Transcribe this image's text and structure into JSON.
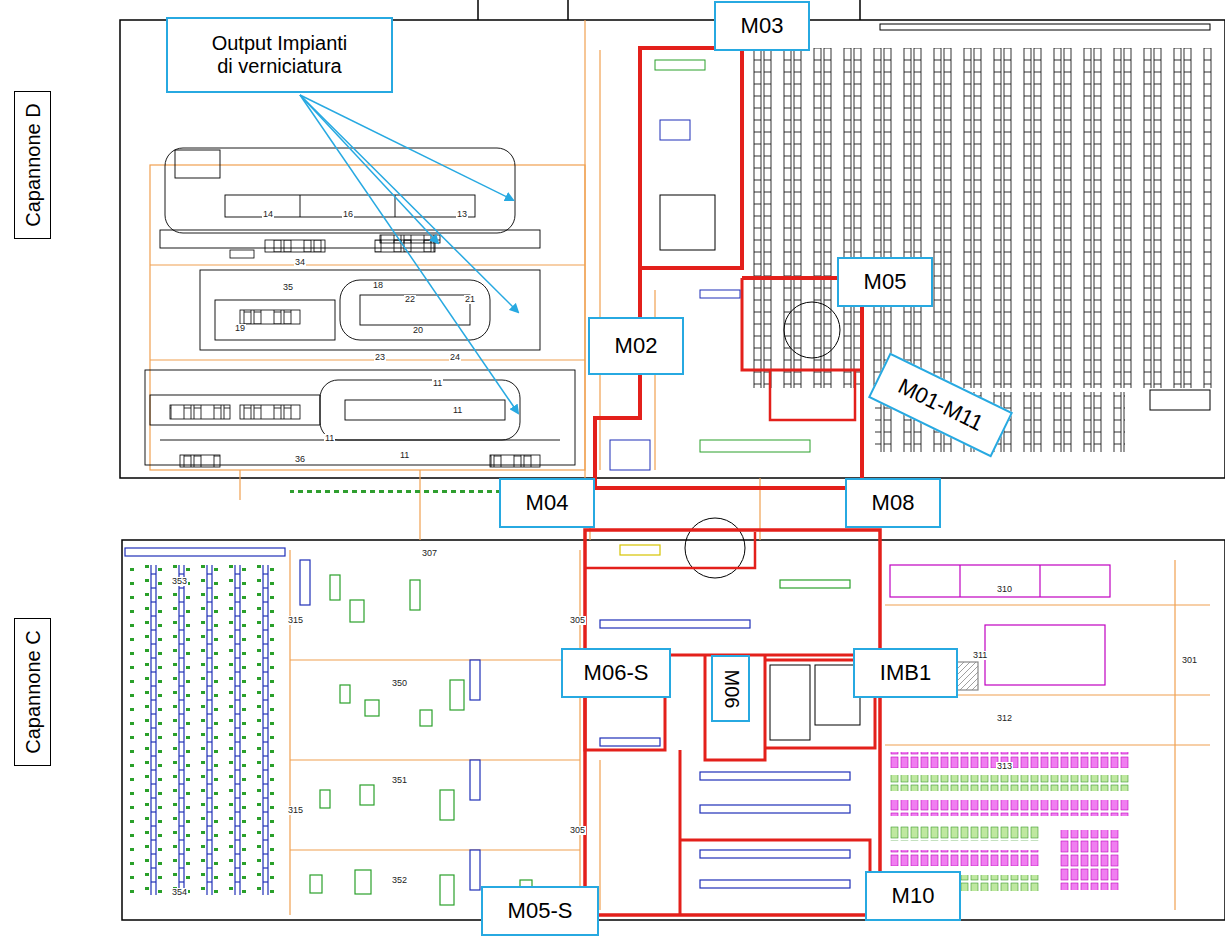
{
  "diagram": {
    "nodes": [
      {
        "text": [
          "Capannone D"
        ]
      },
      {
        "text": [
          "Output Impianti di verniciatura"
        ]
      },
      {
        "text": [
          "M03"
        ]
      },
      {
        "text": [
          "M05"
        ]
      },
      {
        "text": [
          "M02"
        ]
      },
      {
        "text": [
          "M01-M11"
        ]
      },
      {
        "text": [
          "Capannone C"
        ]
      },
      {
        "text": [
          "M04"
        ]
      },
      {
        "text": [
          "M08"
        ]
      },
      {
        "text": [
          "M06-S"
        ]
      },
      {
        "text": [
          "M06"
        ]
      },
      {
        "text": [
          "IMB1"
        ]
      },
      {
        "text": [
          "M05-S"
        ]
      },
      {
        "text": [
          "M10"
        ]
      }
    ],
    "labels": [
      "14",
      "16",
      "13",
      "34",
      "35",
      "18",
      "22",
      "21",
      "20",
      "19",
      "23",
      "24",
      "11",
      "11",
      "11",
      "11",
      "36",
      "307",
      "353",
      "350",
      "351",
      "352",
      "354",
      "315",
      "315",
      "310",
      "311",
      "312",
      "313",
      "305",
      "305",
      "301"
    ]
  }
}
